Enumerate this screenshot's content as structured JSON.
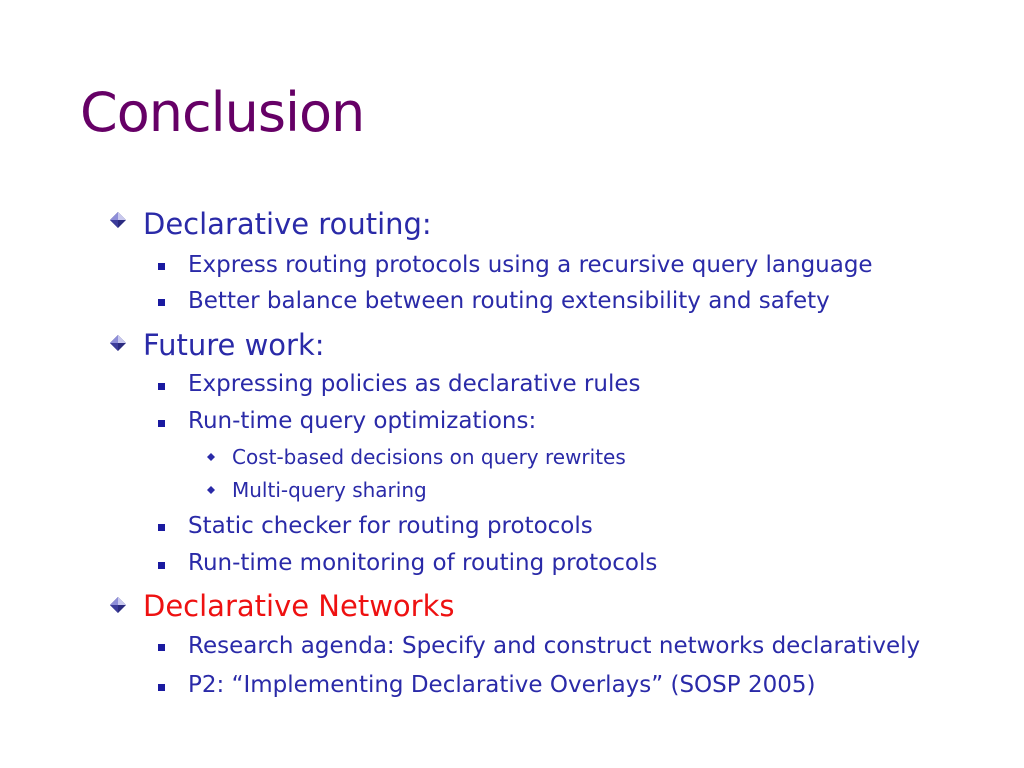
{
  "slide": {
    "title": "Conclusion",
    "colors": {
      "title": "#660066",
      "body": "#2a2aa8",
      "highlight": "#ee1111"
    },
    "items": [
      {
        "text": "Declarative routing:"
      },
      {
        "text": "Express routing protocols using a recursive query language"
      },
      {
        "text": "Better balance between routing extensibility and safety"
      },
      {
        "text": "Future work:"
      },
      {
        "text": "Expressing policies as declarative rules"
      },
      {
        "text": "Run-time query optimizations:"
      },
      {
        "text": "Cost-based decisions on query rewrites"
      },
      {
        "text": "Multi-query sharing"
      },
      {
        "text": "Static checker for routing protocols"
      },
      {
        "text": "Run-time monitoring of routing protocols"
      },
      {
        "text": "Declarative Networks"
      },
      {
        "text": "Research agenda: Specify and construct networks declaratively"
      },
      {
        "text": "P2: “Implementing Declarative Overlays” (SOSP 2005)"
      }
    ]
  }
}
